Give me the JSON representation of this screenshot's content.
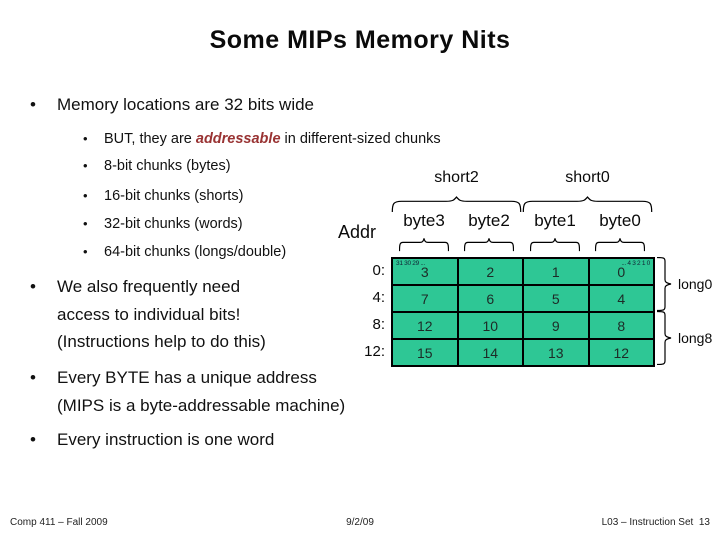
{
  "title": "Some MIPs Memory Nits",
  "bullets": {
    "b1": "Memory locations are 32 bits wide",
    "sub1_pre": "BUT, they are ",
    "sub1_em": "addressable",
    "sub1_post": " in different-sized chunks",
    "sub2": "8-bit chunks (bytes)",
    "sub3": "16-bit chunks (shorts)",
    "sub4": "32-bit chunks (words)",
    "sub5": "64-bit chunks (longs/double)",
    "b2_line1": "We also frequently need",
    "b2_line2": "access to individual bits!",
    "b2_line3": "(Instructions help to do this)",
    "b3_line1": "Every BYTE has a unique address",
    "b3_line2": "(MIPS is a byte-addressable machine)",
    "b4": "Every instruction is one word",
    "marker": "•"
  },
  "diagram": {
    "addr_label": "Addr",
    "short2_label": "short2",
    "short0_label": "short0",
    "byte_labels": [
      "byte3",
      "byte2",
      "byte1",
      "byte0"
    ],
    "bits_high": "31 30 29 ...",
    "bits_low": "... 4 3 2 1 0",
    "row_labels": [
      "0:",
      "4:",
      "8:",
      "12:"
    ],
    "rows": [
      [
        "3",
        "2",
        "1",
        "0"
      ],
      [
        "7",
        "6",
        "5",
        "4"
      ],
      [
        "12",
        "10",
        "9",
        "8"
      ],
      [
        "15",
        "14",
        "13",
        "12"
      ]
    ],
    "long0_label": "long0",
    "long8_label": "long8"
  },
  "footer": {
    "left": "Comp 411 – Fall 2009",
    "center": "9/2/09",
    "right": "L03 – Instruction Set  13"
  },
  "colors": {
    "cell_teal": "#2ec795",
    "emphasis_red": "#993333"
  }
}
